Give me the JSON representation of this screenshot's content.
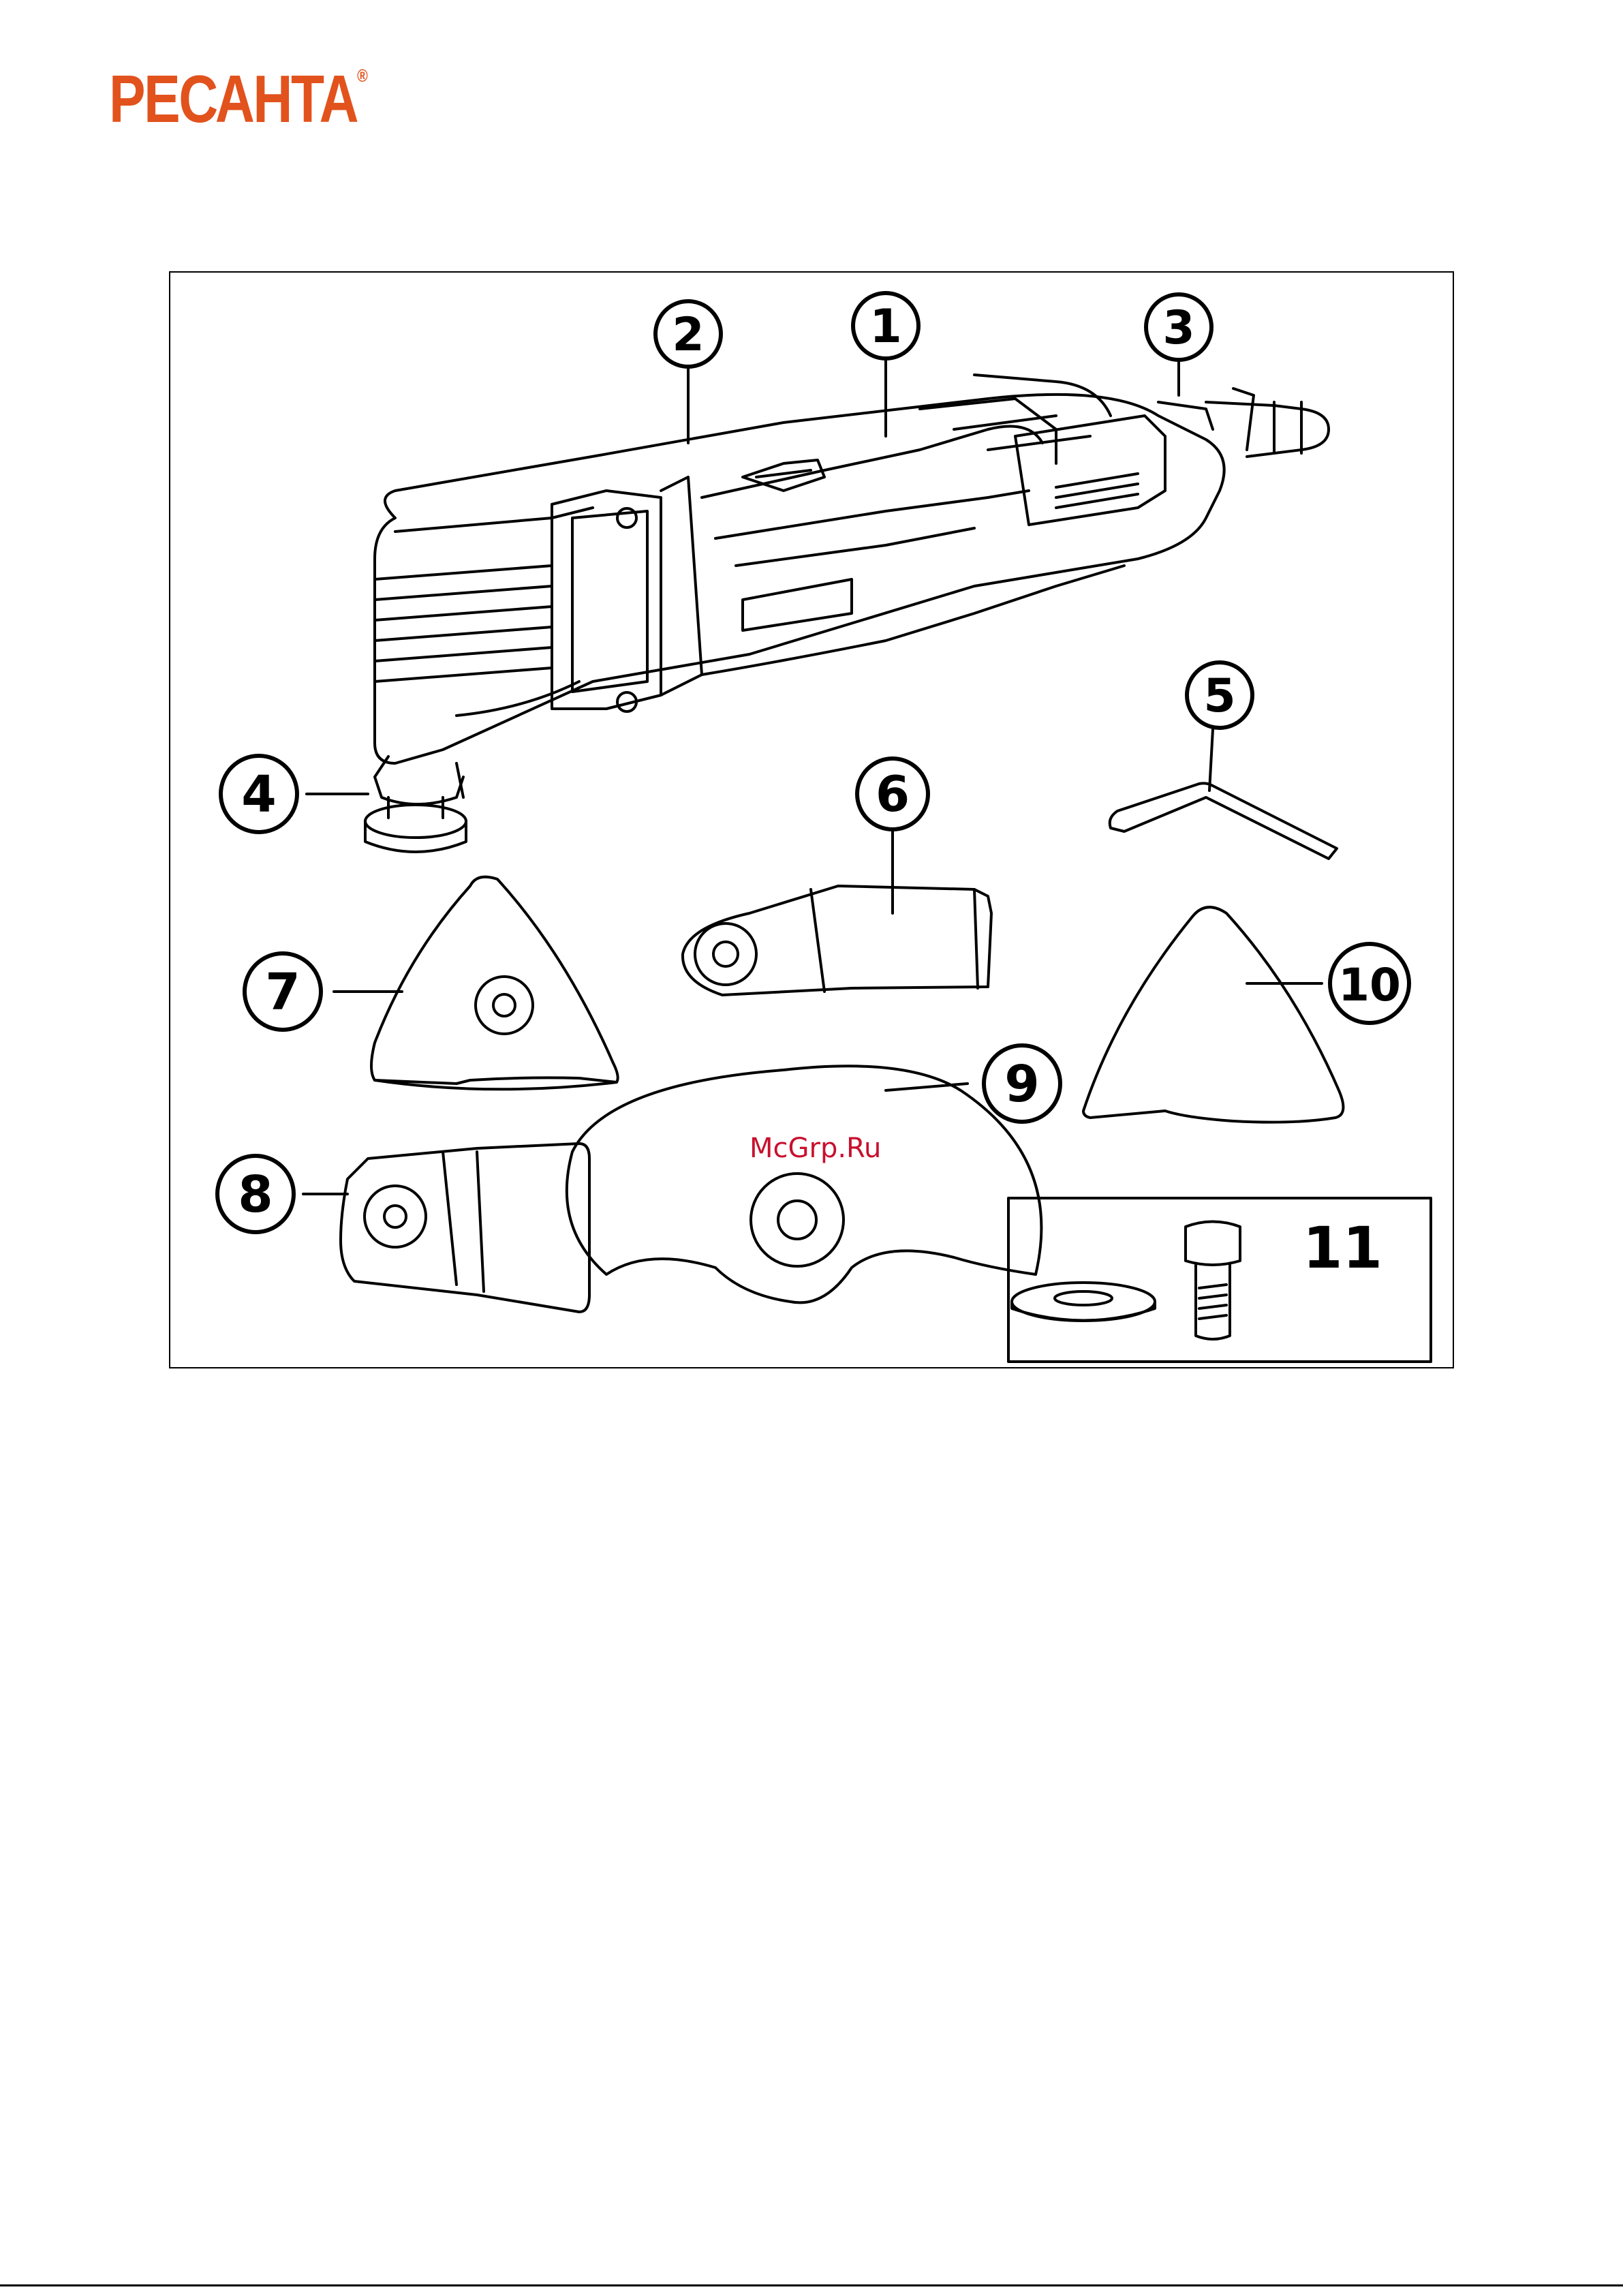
{
  "header": {
    "logo_text": "РЕСАНТА",
    "logo_mark": "®",
    "logo_color": "#e2521d"
  },
  "figure": {
    "callouts": [
      "1",
      "2",
      "3",
      "4",
      "5",
      "6",
      "7",
      "8",
      "9",
      "10",
      "11"
    ],
    "watermark": "McGrp.Ru"
  }
}
